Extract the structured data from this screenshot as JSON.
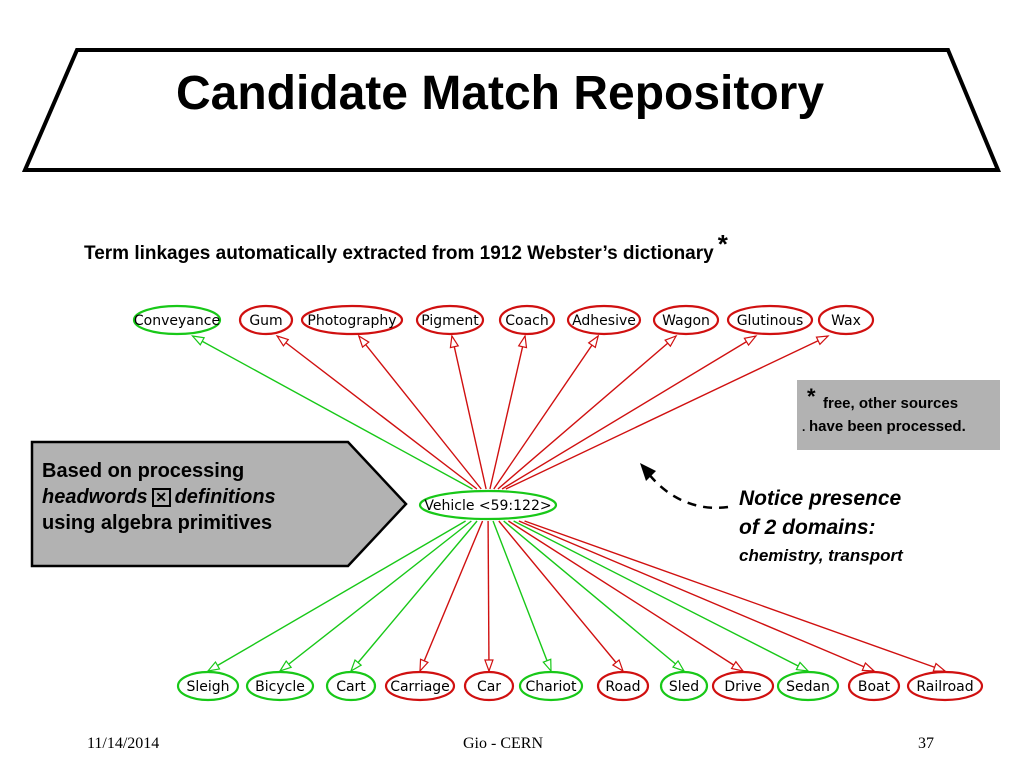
{
  "slide": {
    "title": "Candidate Match Repository",
    "subtitle": "Term linkages automatically extracted from 1912 Webster’s dictionary",
    "subtitle_star": "*"
  },
  "footnote": {
    "star": "*",
    "line1": "free, other sources",
    "line2": "have been processed.",
    "dot": "."
  },
  "callout": {
    "line1": "Based on processing",
    "line2_a": "headwords",
    "line2_box": "✕",
    "line2_b": "definitions",
    "line3": "using algebra primitives"
  },
  "notice": {
    "line1": "Notice presence",
    "line2": "of 2 domains:",
    "line3": "chemistry, transport"
  },
  "graph": {
    "center": {
      "label": "Vehicle <59:122>",
      "domain": "transport"
    },
    "top_nodes": [
      {
        "label": "Conveyance",
        "domain": "transport"
      },
      {
        "label": "Gum",
        "domain": "chemistry"
      },
      {
        "label": "Photography",
        "domain": "chemistry"
      },
      {
        "label": "Pigment",
        "domain": "chemistry"
      },
      {
        "label": "Coach",
        "domain": "chemistry"
      },
      {
        "label": "Adhesive",
        "domain": "chemistry"
      },
      {
        "label": "Wagon",
        "domain": "chemistry"
      },
      {
        "label": "Glutinous",
        "domain": "chemistry"
      },
      {
        "label": "Wax",
        "domain": "chemistry"
      }
    ],
    "bottom_nodes": [
      {
        "label": "Sleigh",
        "domain": "transport"
      },
      {
        "label": "Bicycle",
        "domain": "transport"
      },
      {
        "label": "Cart",
        "domain": "transport"
      },
      {
        "label": "Carriage",
        "domain": "chemistry"
      },
      {
        "label": "Car",
        "domain": "chemistry"
      },
      {
        "label": "Chariot",
        "domain": "transport"
      },
      {
        "label": "Road",
        "domain": "chemistry"
      },
      {
        "label": "Sled",
        "domain": "transport"
      },
      {
        "label": "Drive",
        "domain": "chemistry"
      },
      {
        "label": "Sedan",
        "domain": "transport"
      },
      {
        "label": "Boat",
        "domain": "chemistry"
      },
      {
        "label": "Railroad",
        "domain": "chemistry"
      }
    ],
    "colors": {
      "chemistry": "#d01010",
      "transport": "#18c818"
    }
  },
  "footer": {
    "date": "11/14/2014",
    "center": "Gio - CERN",
    "page": "37"
  }
}
